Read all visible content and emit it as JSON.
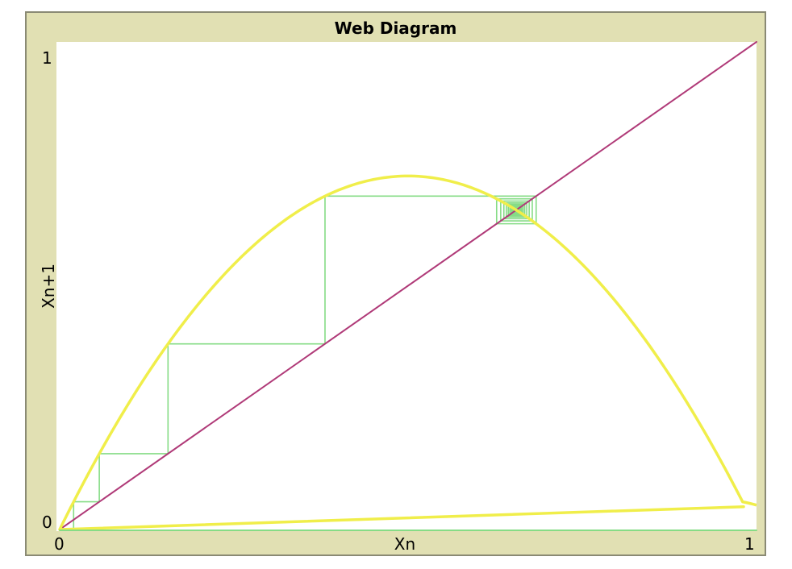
{
  "chart_data": {
    "type": "line",
    "title": "Web Diagram",
    "xlabel": "Xn",
    "ylabel": "Xn+1",
    "xlim": [
      0,
      1
    ],
    "ylim": [
      0,
      1
    ],
    "x_ticks": [
      "0",
      "1"
    ],
    "y_ticks": [
      "0",
      "1"
    ],
    "grid": false,
    "legend": "none",
    "colors": {
      "frame": "#e1e0b3",
      "map_curve": "#f0ee4a",
      "identity_line": "#b03a78",
      "cobweb": "#86dc86",
      "x_axis": "#86dc86",
      "plot_background": "#ffffff"
    },
    "series": [
      {
        "kind": "logistic-map-curve",
        "r": 2.9,
        "x": [
          0,
          0.05,
          0.1,
          0.15,
          0.2,
          0.25,
          0.3,
          0.35,
          0.4,
          0.45,
          0.5,
          0.55,
          0.6,
          0.65,
          0.7,
          0.75,
          0.8,
          0.85,
          0.9,
          0.95,
          1.0
        ],
        "y": [
          0,
          0.1378,
          0.261,
          0.3698,
          0.464,
          0.5438,
          0.609,
          0.6598,
          0.696,
          0.7178,
          0.725,
          0.7178,
          0.696,
          0.6598,
          0.609,
          0.5438,
          0.464,
          0.3698,
          0.261,
          0.1378,
          0.05
        ],
        "closing_segment": {
          "x": [
            1.0,
            0.0
          ],
          "y": [
            0.05,
            0.0
          ]
        }
      },
      {
        "kind": "identity-line",
        "x": [
          0,
          1
        ],
        "y": [
          0,
          1
        ]
      },
      {
        "kind": "cobweb",
        "x0": 0.02,
        "r": 2.9,
        "iterations": 40
      }
    ]
  }
}
